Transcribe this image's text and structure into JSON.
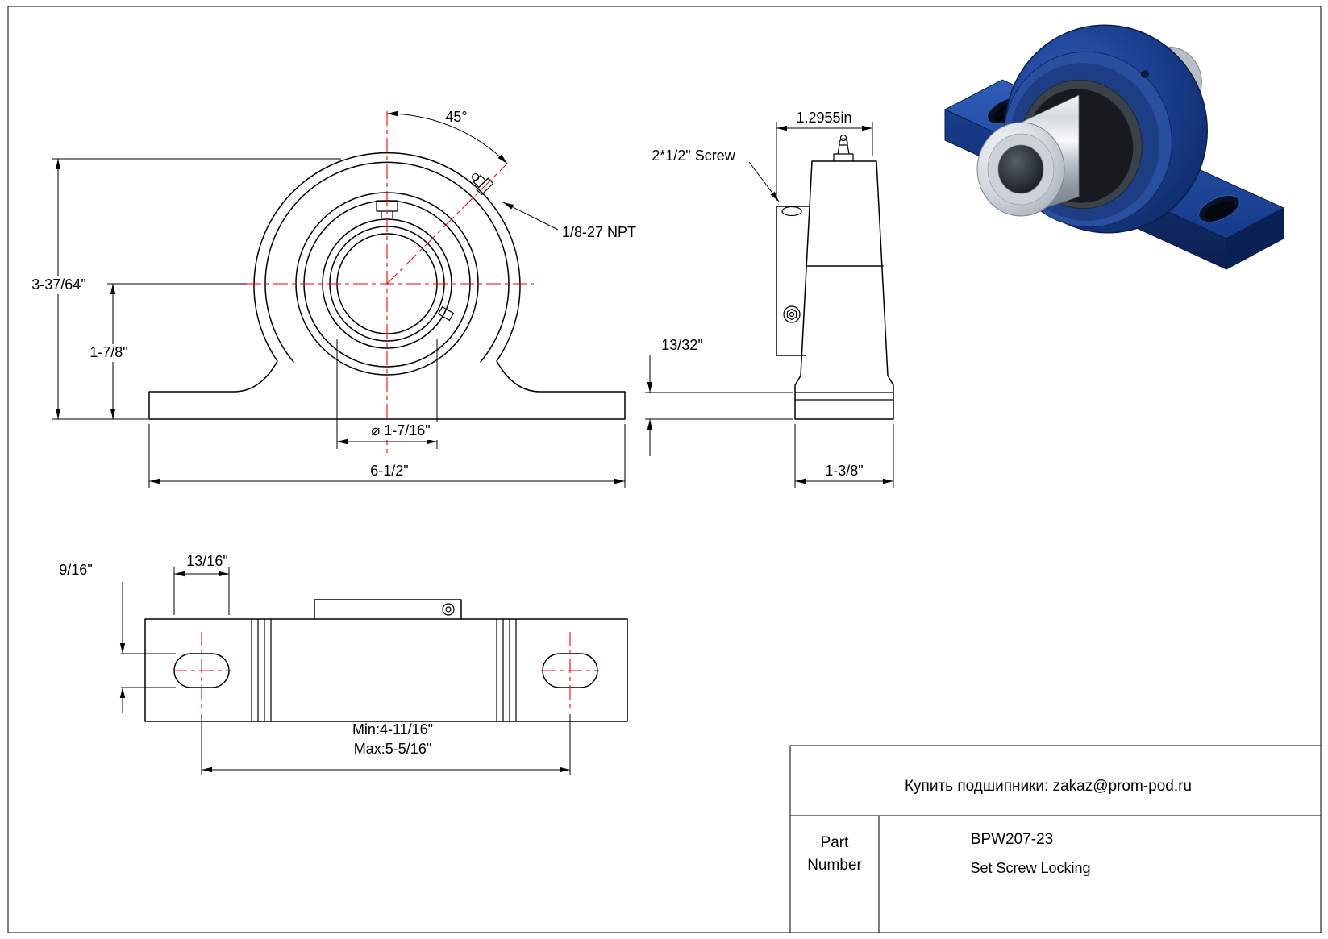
{
  "colors": {
    "paper": "#ffffff",
    "ink": "#000000",
    "centerline": "#ff0000",
    "blue_dark": "#0b2050",
    "blue_mid": "#173a8a",
    "blue_light": "#2e5cb8",
    "steel_light": "#f4f6f8",
    "steel_mid": "#bcc3cb",
    "steel_dark": "#707984"
  },
  "front_view": {
    "angle": "45°",
    "npt": "1/8-27 NPT",
    "overall_height": "3-37/64\"",
    "center_height": "1-7/8\"",
    "bore_diameter": "⌀ 1-7/16\"",
    "base_width": "6-1/2\""
  },
  "side_view": {
    "top_width": "1.2955in",
    "screw": "2*1/2\" Screw",
    "base_lip": "13/32\"",
    "base_depth": "1-3/8\""
  },
  "bottom_view": {
    "slot_length": "13/16\"",
    "slot_width": "9/16\"",
    "bolt_span_min": "Min:4-11/16\"",
    "bolt_span_max": "Max:5-5/16\""
  },
  "title_block": {
    "contact": "Купить подшипники: zakaz@prom-pod.ru",
    "part_label_1": "Part",
    "part_label_2": "Number",
    "part_number": "BPW207-23",
    "locking_type": "Set Screw Locking"
  }
}
